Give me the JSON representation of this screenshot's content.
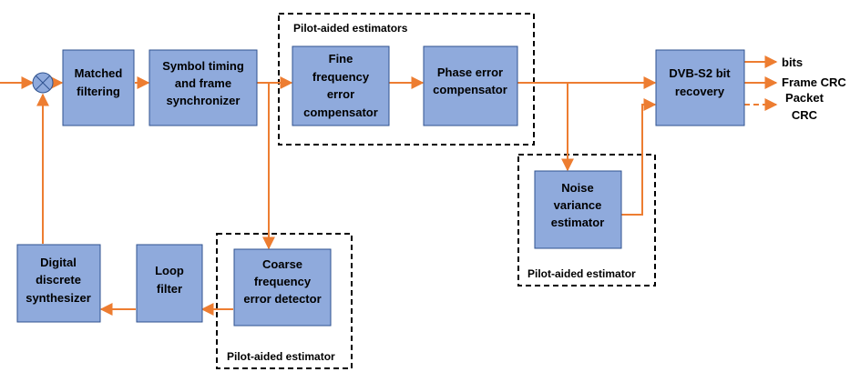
{
  "blocks": {
    "matched_filtering": [
      "Matched",
      "filtering"
    ],
    "symbol_timing": [
      "Symbol timing",
      "and frame",
      "synchronizer"
    ],
    "fine_freq": [
      "Fine",
      "frequency",
      "error",
      "compensator"
    ],
    "phase_error": [
      "Phase error",
      "compensator"
    ],
    "dvbs2": [
      "DVB-S2 bit",
      "recovery"
    ],
    "noise_var": [
      "Noise",
      "variance",
      "estimator"
    ],
    "coarse_freq": [
      "Coarse",
      "frequency",
      "error detector"
    ],
    "loop_filter": [
      "Loop",
      "filter"
    ],
    "dds": [
      "Digital",
      "discrete",
      "synthesizer"
    ]
  },
  "groups": {
    "top": "Pilot-aided estimators",
    "noise": "Pilot-aided estimator",
    "coarse": "Pilot-aided estimator"
  },
  "outputs": {
    "bits": "bits",
    "frame_crc": "Frame CRC",
    "packet_crc": [
      "Packet",
      "CRC"
    ]
  },
  "colors": {
    "block_fill": "#8faadc",
    "block_border": "#2f528f",
    "wire": "#ed7d31"
  }
}
